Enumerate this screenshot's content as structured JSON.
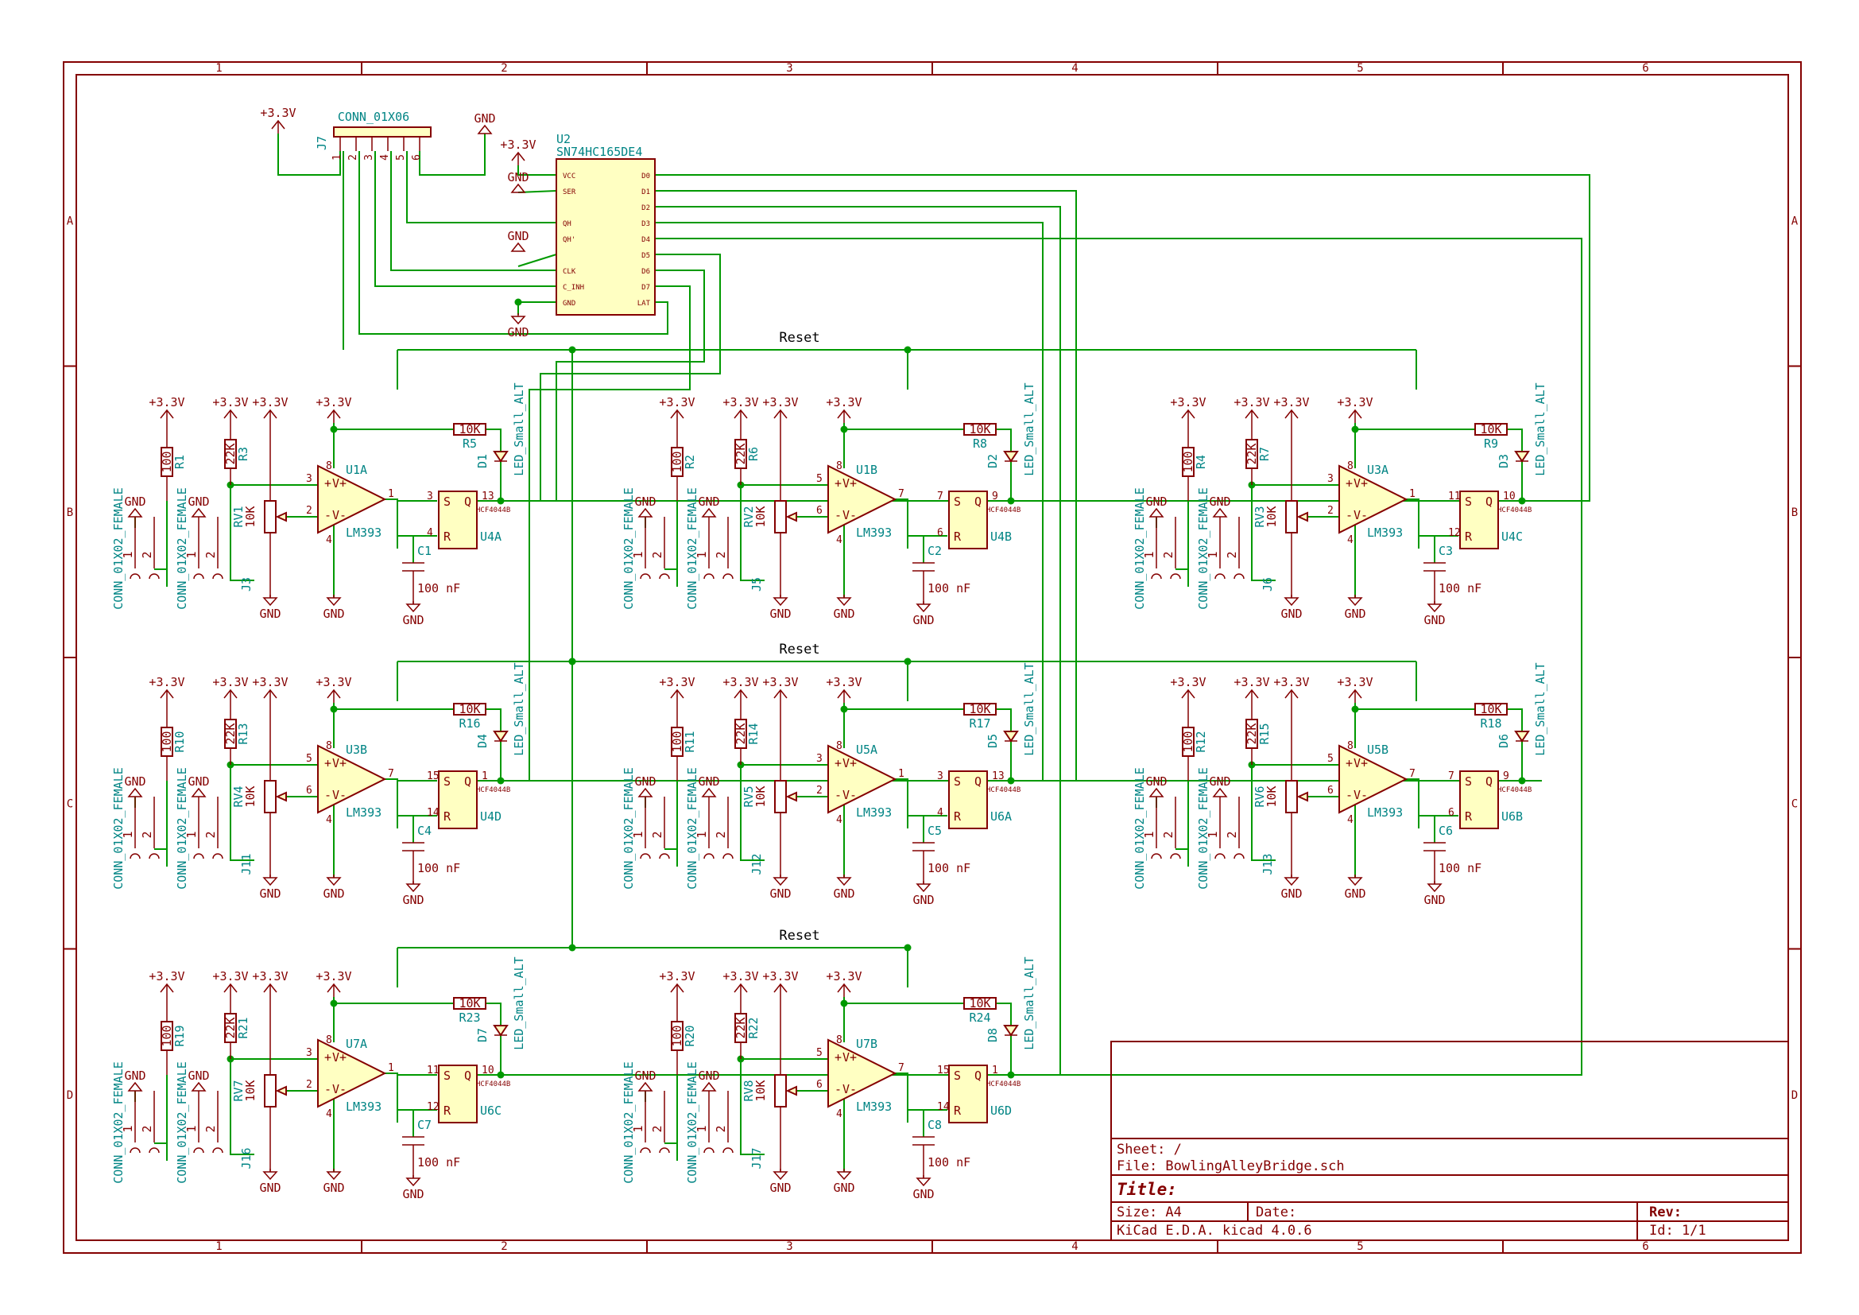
{
  "frame": {
    "columns": [
      "1",
      "2",
      "3",
      "4",
      "5",
      "6"
    ],
    "rows": [
      "A",
      "B",
      "C",
      "D"
    ]
  },
  "title_block": {
    "sheet": "Sheet: /",
    "file": "File: BowlingAlleyBridge.sch",
    "title": "Title:",
    "size": "Size: A4",
    "date": "Date:",
    "rev": "Rev:",
    "app": "KiCad E.D.A.  kicad 4.0.6",
    "id": "Id: 1/1"
  },
  "nets": {
    "vcc": "+3.3V",
    "gnd": "GND",
    "reset": "Reset"
  },
  "connector": {
    "ref": "J7",
    "value": "CONN_01X06",
    "pins": [
      "1",
      "2",
      "3",
      "4",
      "5",
      "6"
    ]
  },
  "shift_register": {
    "ref": "U2",
    "value": "SN74HC165DE4",
    "left_pins": [
      "VCC",
      "SER",
      "QH",
      "QH'",
      "CLK",
      "C_INH",
      "GND"
    ],
    "right_pins": [
      "D0",
      "D1",
      "D2",
      "D3",
      "D4",
      "D5",
      "D6",
      "D7",
      "LAT"
    ]
  },
  "channels": [
    {
      "id": "1",
      "conn": "CONN_01X02_FEMALE",
      "conn2": "CONN_01X02_FEMALE",
      "j": "J3",
      "rl": "R1",
      "rl_v": "100",
      "rs": "R3",
      "rs_v": "22K",
      "rv": "RV1",
      "rv_v": "10K",
      "comp": "U1A",
      "comp_v": "LM393",
      "pin_p": "3",
      "pin_n": "2",
      "pin_o": "1",
      "rled": "R5",
      "rled_v": "10K",
      "led": "D1",
      "led_v": "LED_Small_ALT",
      "ff": "U4A",
      "ff_v": "HCF4044B",
      "ff_s": "3",
      "ff_r": "4",
      "ff_q": "13",
      "cap": "C1",
      "cap_v": "100 nF"
    },
    {
      "id": "2",
      "conn": "CONN_01X02_FEMALE",
      "conn2": "CONN_01X02_FEMALE",
      "j": "J5",
      "rl": "R2",
      "rl_v": "100",
      "rs": "R6",
      "rs_v": "22K",
      "rv": "RV2",
      "rv_v": "10K",
      "comp": "U1B",
      "comp_v": "LM393",
      "pin_p": "5",
      "pin_n": "6",
      "pin_o": "7",
      "rled": "R8",
      "rled_v": "10K",
      "led": "D2",
      "led_v": "LED_Small_ALT",
      "ff": "U4B",
      "ff_v": "HCF4044B",
      "ff_s": "7",
      "ff_r": "6",
      "ff_q": "9",
      "cap": "C2",
      "cap_v": "100 nF"
    },
    {
      "id": "3",
      "conn": "CONN_01X02_FEMALE",
      "conn2": "CONN_01X02_FEMALE",
      "j": "J6",
      "rl": "R4",
      "rl_v": "100",
      "rs": "R7",
      "rs_v": "22K",
      "rv": "RV3",
      "rv_v": "10K",
      "comp": "U3A",
      "comp_v": "LM393",
      "pin_p": "3",
      "pin_n": "2",
      "pin_o": "1",
      "rled": "R9",
      "rled_v": "10K",
      "led": "D3",
      "led_v": "LED_Small_ALT",
      "ff": "U4C",
      "ff_v": "HCF4044B",
      "ff_s": "11",
      "ff_r": "12",
      "ff_q": "10",
      "cap": "C3",
      "cap_v": "100 nF"
    },
    {
      "id": "4",
      "conn": "CONN_01X02_FEMALE",
      "conn2": "CONN_01X02_FEMALE",
      "j": "J11",
      "rl": "R10",
      "rl_v": "100",
      "rs": "R13",
      "rs_v": "22K",
      "rv": "RV4",
      "rv_v": "10K",
      "comp": "U3B",
      "comp_v": "LM393",
      "pin_p": "5",
      "pin_n": "6",
      "pin_o": "7",
      "rled": "R16",
      "rled_v": "10K",
      "led": "D4",
      "led_v": "LED_Small_ALT",
      "ff": "U4D",
      "ff_v": "HCF4044B",
      "ff_s": "15",
      "ff_r": "14",
      "ff_q": "1",
      "cap": "C4",
      "cap_v": "100 nF"
    },
    {
      "id": "5",
      "conn": "CONN_01X02_FEMALE",
      "conn2": "CONN_01X02_FEMALE",
      "j": "J12",
      "rl": "R11",
      "rl_v": "100",
      "rs": "R14",
      "rs_v": "22K",
      "rv": "RV5",
      "rv_v": "10K",
      "comp": "U5A",
      "comp_v": "LM393",
      "pin_p": "3",
      "pin_n": "2",
      "pin_o": "1",
      "rled": "R17",
      "rled_v": "10K",
      "led": "D5",
      "led_v": "LED_Small_ALT",
      "ff": "U6A",
      "ff_v": "HCF4044B",
      "ff_s": "3",
      "ff_r": "4",
      "ff_q": "13",
      "cap": "C5",
      "cap_v": "100 nF"
    },
    {
      "id": "6",
      "conn": "CONN_01X02_FEMALE",
      "conn2": "CONN_01X02_FEMALE",
      "j": "J13",
      "rl": "R12",
      "rl_v": "100",
      "rs": "R15",
      "rs_v": "22K",
      "rv": "RV6",
      "rv_v": "10K",
      "comp": "U5B",
      "comp_v": "LM393",
      "pin_p": "5",
      "pin_n": "6",
      "pin_o": "7",
      "rled": "R18",
      "rled_v": "10K",
      "led": "D6",
      "led_v": "LED_Small_ALT",
      "ff": "U6B",
      "ff_v": "HCF4044B",
      "ff_s": "7",
      "ff_r": "6",
      "ff_q": "9",
      "cap": "C6",
      "cap_v": "100 nF"
    },
    {
      "id": "7",
      "conn": "CONN_01X02_FEMALE",
      "conn2": "CONN_01X02_FEMALE",
      "j": "J16",
      "rl": "R19",
      "rl_v": "100",
      "rs": "R21",
      "rs_v": "22K",
      "rv": "RV7",
      "rv_v": "10K",
      "comp": "U7A",
      "comp_v": "LM393",
      "pin_p": "3",
      "pin_n": "2",
      "pin_o": "1",
      "rled": "R23",
      "rled_v": "10K",
      "led": "D7",
      "led_v": "LED_Small_ALT",
      "ff": "U6C",
      "ff_v": "HCF4044B",
      "ff_s": "11",
      "ff_r": "12",
      "ff_q": "10",
      "cap": "C7",
      "cap_v": "100 nF"
    },
    {
      "id": "8",
      "conn": "CONN_01X02_FEMALE",
      "conn2": "CONN_01X02_FEMALE",
      "j": "J17",
      "rl": "R20",
      "rl_v": "100",
      "rs": "R22",
      "rs_v": "22K",
      "rv": "RV8",
      "rv_v": "10K",
      "comp": "U7B",
      "comp_v": "LM393",
      "pin_p": "5",
      "pin_n": "6",
      "pin_o": "7",
      "rled": "R24",
      "rled_v": "10K",
      "led": "D8",
      "led_v": "LED_Small_ALT",
      "ff": "U6D",
      "ff_v": "HCF4044B",
      "ff_s": "15",
      "ff_r": "14",
      "ff_q": "1",
      "cap": "C8",
      "cap_v": "100 nF"
    }
  ],
  "opamp_pins": {
    "vplus": "8",
    "vminus": "4",
    "vplus_label": "V+",
    "vminus_label": "V-",
    "plus": "+",
    "minus": "-"
  },
  "ff_pins": {
    "s": "S",
    "r": "R",
    "q": "Q"
  },
  "conn_pins": [
    "1",
    "2"
  ]
}
